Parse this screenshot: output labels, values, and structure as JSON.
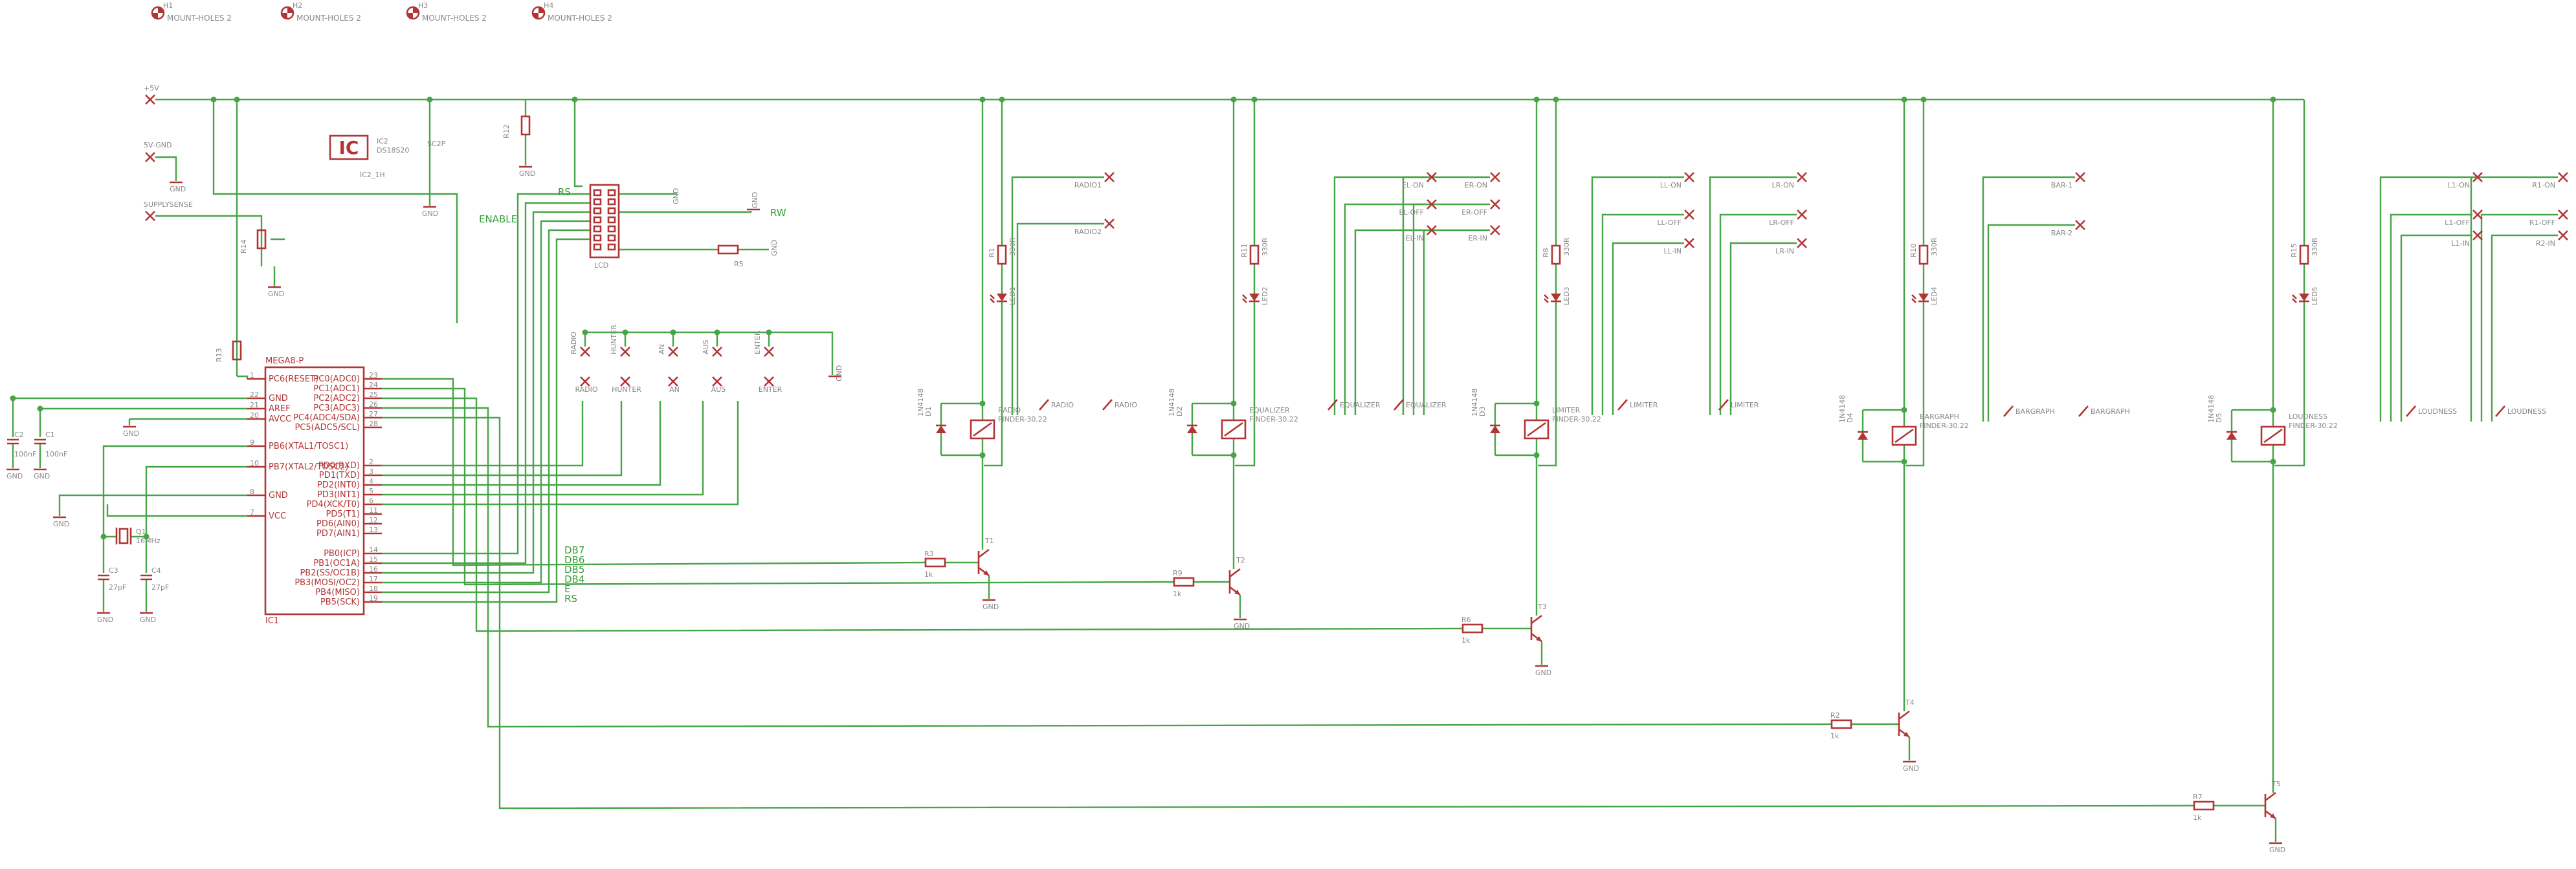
{
  "colors": {
    "wire": "#47a447",
    "part": "#b33434",
    "ref": "#888888",
    "background": "#ffffff"
  },
  "mounting_holes": [
    "H1",
    "H2",
    "H3",
    "H4"
  ],
  "mount_hole_label": "MOUNT-HOLES 2",
  "supply": {
    "vcc": "+5V",
    "gnd_in": "5V-GND",
    "sense": "SUPPLYSENSE"
  },
  "gnd": "GND",
  "mcu": {
    "name": "MEGA8-P",
    "ref": "IC1",
    "left_pins": [
      {
        "num": "1",
        "name": "PC6(RESET)"
      },
      {
        "num": "22",
        "name": "GND"
      },
      {
        "num": "21",
        "name": "AREF"
      },
      {
        "num": "20",
        "name": "AVCC"
      },
      {
        "num": "9",
        "name": "PB6(XTAL1/TOSC1)"
      },
      {
        "num": "10",
        "name": "PB7(XTAL2/TOSC2)"
      },
      {
        "num": "8",
        "name": "GND"
      },
      {
        "num": "7",
        "name": "VCC"
      }
    ],
    "right_pins": [
      {
        "num": "23",
        "name": "PC0(ADC0)"
      },
      {
        "num": "24",
        "name": "PC1(ADC1)"
      },
      {
        "num": "25",
        "name": "PC2(ADC2)"
      },
      {
        "num": "26",
        "name": "PC3(ADC3)"
      },
      {
        "num": "27",
        "name": "PC4(ADC4/SDA)"
      },
      {
        "num": "28",
        "name": "PC5(ADC5/SCL)"
      },
      {
        "num": "2",
        "name": "PD0(RXD)"
      },
      {
        "num": "3",
        "name": "PD1(TXD)"
      },
      {
        "num": "4",
        "name": "PD2(INT0)"
      },
      {
        "num": "5",
        "name": "PD3(INT1)"
      },
      {
        "num": "6",
        "name": "PD4(XCK/T0)"
      },
      {
        "num": "11",
        "name": "PD5(T1)"
      },
      {
        "num": "12",
        "name": "PD6(AIN0)"
      },
      {
        "num": "13",
        "name": "PD7(AIN1)"
      },
      {
        "num": "14",
        "name": "PB0(ICP)"
      },
      {
        "num": "15",
        "name": "PB1(OC1A)"
      },
      {
        "num": "16",
        "name": "PB2(SS/OC1B)"
      },
      {
        "num": "17",
        "name": "PB3(MOSI/OC2)"
      },
      {
        "num": "18",
        "name": "PB4(MISO)"
      },
      {
        "num": "19",
        "name": "PB5(SCK)"
      }
    ]
  },
  "ic2": {
    "symbol": "IC",
    "ref": "IC2",
    "value": "DS18S20",
    "lib": "IC2_1H"
  },
  "sc2p": "SC2P",
  "lcd": {
    "ref": "LCD",
    "rs": "RS",
    "enable": "ENABLE",
    "rw": "RW",
    "pot_ref": "R5"
  },
  "lcd_bus": [
    "DB7",
    "DB6",
    "DB5",
    "DB4",
    "E",
    "RS"
  ],
  "buttons": [
    "RADIO",
    "HUNTER",
    "AN",
    "AUS",
    "ENTER"
  ],
  "passives": {
    "c1": "C1",
    "c1v": "100nF",
    "c2": "C2",
    "c2v": "100nF",
    "c3": "C3",
    "c3v": "27pF",
    "c4": "C4",
    "c4v": "27pF",
    "q1": "Q1",
    "q1v": "16MHz",
    "r12": "R12",
    "r13": "R13",
    "r14": "R14"
  },
  "channels": [
    {
      "relay": "RADIO",
      "relay_type": "FINDER-30.22",
      "diode": "D1",
      "led": "LED1",
      "res": "R1",
      "transistor": "T1",
      "base_res": "R3",
      "outputs": [
        "RADIO1",
        "RADIO2"
      ],
      "switch_labels": [
        "RADIO",
        "RADIO"
      ]
    },
    {
      "relay": "EQUALIZER",
      "relay_type": "FINDER-30.22",
      "diode": "D2",
      "led": "LED2",
      "res": "R11",
      "transistor": "T2",
      "base_res": "R9",
      "outputs": [
        "EL-ON",
        "ER-ON",
        "EL-OFF",
        "ER-OFF",
        "EL-IN",
        "ER-IN"
      ],
      "switch_labels": [
        "EQUALIZER",
        "EQUALIZER"
      ]
    },
    {
      "relay": "LIMITER",
      "relay_type": "FINDER-30.22",
      "diode": "D3",
      "led": "LED3",
      "res": "R8",
      "transistor": "T3",
      "base_res": "R6",
      "outputs": [
        "LL-ON",
        "LR-ON",
        "LL-OFF",
        "LR-OFF",
        "LL-IN",
        "LR-IN"
      ],
      "switch_labels": [
        "LIMITER",
        "LIMITER"
      ]
    },
    {
      "relay": "BARGRAPH",
      "relay_type": "FINDER-30.22",
      "diode": "D4",
      "led": "LED4",
      "res": "R10",
      "transistor": "T4",
      "base_res": "R2",
      "outputs": [
        "BAR-1",
        "BAR-2"
      ],
      "switch_labels": [
        "BARGRAPH",
        "BARGRAPH"
      ]
    },
    {
      "relay": "LOUDNESS",
      "relay_type": "FINDER-30.22",
      "diode": "D5",
      "led": "LED5",
      "res": "R15",
      "transistor": "T5",
      "base_res": "R7",
      "outputs": [
        "L1-ON",
        "R1-ON",
        "L1-OFF",
        "R1-OFF",
        "L1-IN",
        "R2-IN"
      ],
      "switch_labels": [
        "LOUDNESS",
        "LOUDNESS"
      ]
    }
  ],
  "small_refs": {
    "diode_part": "1N4148",
    "base_val": "1k",
    "led_res": "330R"
  }
}
